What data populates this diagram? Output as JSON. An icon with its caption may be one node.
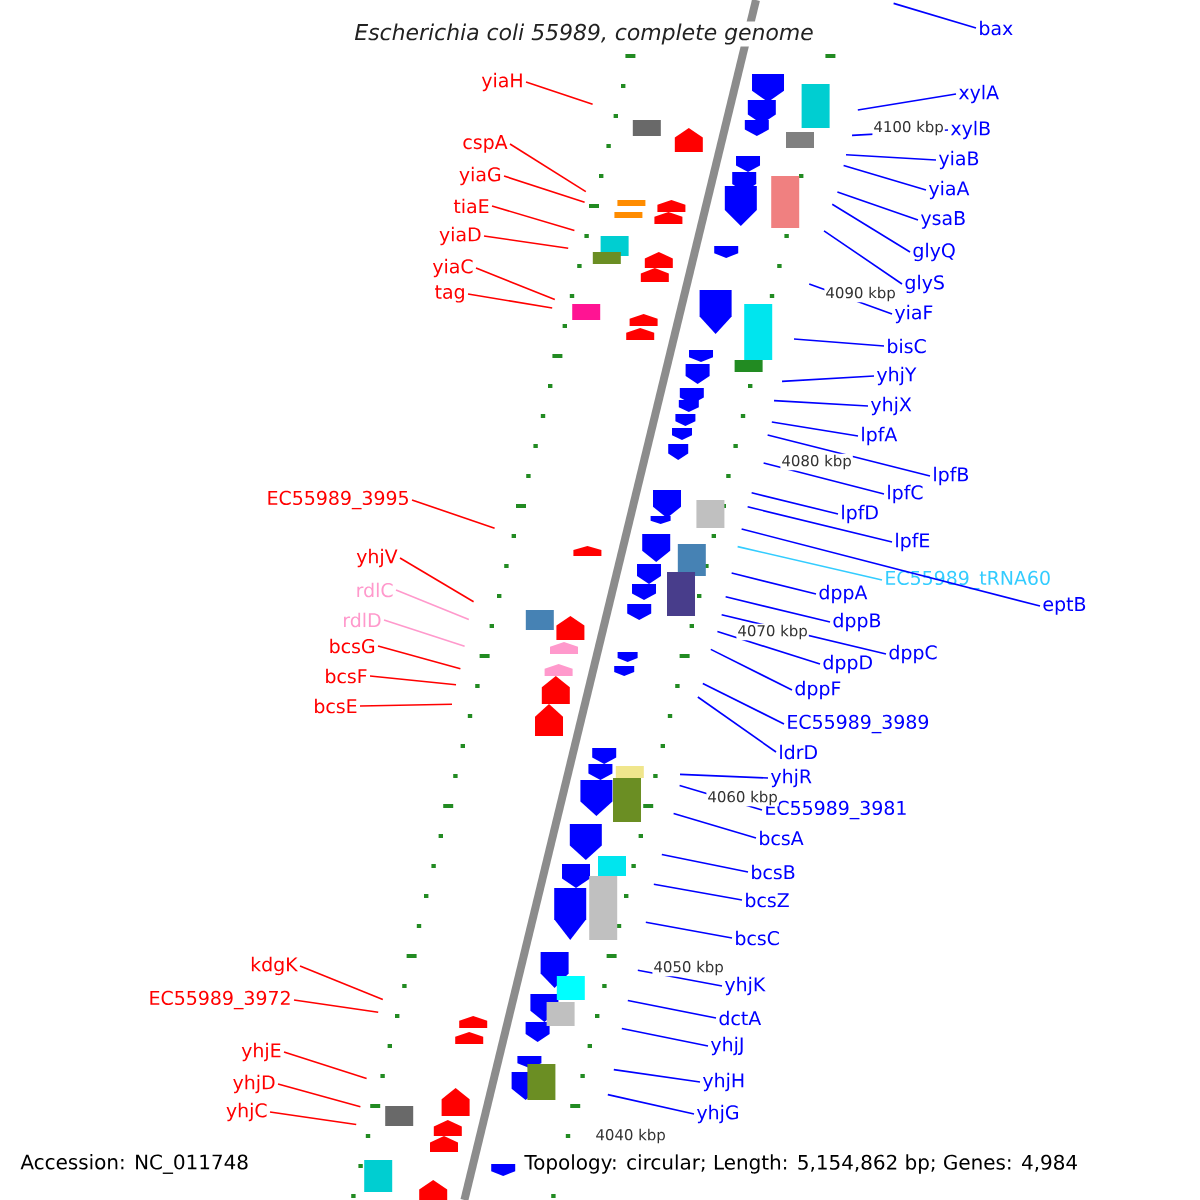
{
  "diagram": {
    "title": "Escherichia coli 55989, complete genome",
    "nodes": [
      {
        "text": [
          "yiaH"
        ]
      },
      {
        "text": [
          "cspA"
        ]
      },
      {
        "text": [
          "yiaG"
        ]
      },
      {
        "text": [
          "tiaE"
        ]
      },
      {
        "text": [
          "yiaD"
        ]
      },
      {
        "text": [
          "yiaC"
        ]
      },
      {
        "text": [
          "tag"
        ]
      },
      {
        "text": [
          "EC55989_3995"
        ]
      },
      {
        "text": [
          "yhjV"
        ]
      },
      {
        "text": [
          "rdlC"
        ]
      },
      {
        "text": [
          "rdlD"
        ]
      },
      {
        "text": [
          "bcsG"
        ]
      },
      {
        "text": [
          "bcsF"
        ]
      },
      {
        "text": [
          "bcsE"
        ]
      },
      {
        "text": [
          "kdgK"
        ]
      },
      {
        "text": [
          "EC55989_3972"
        ]
      },
      {
        "text": [
          "yhjE"
        ]
      },
      {
        "text": [
          "yhjD"
        ]
      },
      {
        "text": [
          "yhjC"
        ]
      },
      {
        "text": [
          "bax"
        ]
      },
      {
        "text": [
          "xylA"
        ]
      },
      {
        "text": [
          "xylB"
        ]
      },
      {
        "text": [
          "yiaB"
        ]
      },
      {
        "text": [
          "yiaA"
        ]
      },
      {
        "text": [
          "ysaB"
        ]
      },
      {
        "text": [
          "glyQ"
        ]
      },
      {
        "text": [
          "glyS"
        ]
      },
      {
        "text": [
          "yiaF"
        ]
      },
      {
        "text": [
          "bisC"
        ]
      },
      {
        "text": [
          "yhjY"
        ]
      },
      {
        "text": [
          "yhjX"
        ]
      },
      {
        "text": [
          "lpfA"
        ]
      },
      {
        "text": [
          "lpfB"
        ]
      },
      {
        "text": [
          "lpfC"
        ]
      },
      {
        "text": [
          "lpfD"
        ]
      },
      {
        "text": [
          "lpfE"
        ]
      },
      {
        "text": [
          "EC55989_tRNA60"
        ]
      },
      {
        "text": [
          "eptB"
        ]
      },
      {
        "text": [
          "dppA"
        ]
      },
      {
        "text": [
          "dppB"
        ]
      },
      {
        "text": [
          "dppC"
        ]
      },
      {
        "text": [
          "dppD"
        ]
      },
      {
        "text": [
          "dppF"
        ]
      },
      {
        "text": [
          "EC55989_3989"
        ]
      },
      {
        "text": [
          "ldrD"
        ]
      },
      {
        "text": [
          "yhjR"
        ]
      },
      {
        "text": [
          "EC55989_3981"
        ]
      },
      {
        "text": [
          "bcsA"
        ]
      },
      {
        "text": [
          "bcsB"
        ]
      },
      {
        "text": [
          "bcsZ"
        ]
      },
      {
        "text": [
          "bcsC"
        ]
      },
      {
        "text": [
          "yhjK"
        ]
      },
      {
        "text": [
          "dctA"
        ]
      },
      {
        "text": [
          "yhjJ"
        ]
      },
      {
        "text": [
          "yhjH"
        ]
      },
      {
        "text": [
          "yhjG"
        ]
      }
    ],
    "edges": [
      {
        "from": 0,
        "to": null,
        "arrow": "none",
        "color": "#ff0000"
      },
      {
        "from": 1,
        "to": null,
        "arrow": "none",
        "color": "#ff0000"
      },
      {
        "from": 2,
        "to": null,
        "arrow": "none",
        "color": "#ff0000"
      },
      {
        "from": 3,
        "to": null,
        "arrow": "none",
        "color": "#ff0000"
      },
      {
        "from": 4,
        "to": null,
        "arrow": "none",
        "color": "#ff0000"
      },
      {
        "from": 5,
        "to": null,
        "arrow": "none",
        "color": "#ff0000"
      },
      {
        "from": 6,
        "to": null,
        "arrow": "none",
        "color": "#ff0000"
      },
      {
        "from": 7,
        "to": null,
        "arrow": "none",
        "color": "#ff0000"
      },
      {
        "from": 8,
        "to": null,
        "arrow": "none",
        "color": "#ff0000"
      },
      {
        "from": 9,
        "to": null,
        "arrow": "none",
        "color": "#ff99cc"
      },
      {
        "from": 10,
        "to": null,
        "arrow": "none",
        "color": "#ff99cc"
      },
      {
        "from": 11,
        "to": null,
        "arrow": "none",
        "color": "#ff0000"
      },
      {
        "from": 12,
        "to": null,
        "arrow": "none",
        "color": "#ff0000"
      },
      {
        "from": 13,
        "to": null,
        "arrow": "none",
        "color": "#ff0000"
      },
      {
        "from": 14,
        "to": null,
        "arrow": "none",
        "color": "#ff0000"
      },
      {
        "from": 15,
        "to": null,
        "arrow": "none",
        "color": "#ff0000"
      },
      {
        "from": 16,
        "to": null,
        "arrow": "none",
        "color": "#ff0000"
      },
      {
        "from": 17,
        "to": null,
        "arrow": "none",
        "color": "#ff0000"
      },
      {
        "from": 18,
        "to": null,
        "arrow": "none",
        "color": "#ff0000"
      },
      {
        "from": 19,
        "to": null,
        "arrow": "none"
      },
      {
        "from": 20,
        "to": null,
        "arrow": "none"
      },
      {
        "from": 21,
        "to": null,
        "arrow": "none"
      },
      {
        "from": 22,
        "to": null,
        "arrow": "none"
      },
      {
        "from": 23,
        "to": null,
        "arrow": "none"
      },
      {
        "from": 24,
        "to": null,
        "arrow": "none"
      },
      {
        "from": 25,
        "to": null,
        "arrow": "none"
      },
      {
        "from": 26,
        "to": null,
        "arrow": "none"
      },
      {
        "from": 27,
        "to": null,
        "arrow": "none"
      },
      {
        "from": 28,
        "to": null,
        "arrow": "none"
      },
      {
        "from": 29,
        "to": null,
        "arrow": "none"
      },
      {
        "from": 30,
        "to": null,
        "arrow": "none"
      },
      {
        "from": 31,
        "to": null,
        "arrow": "none"
      },
      {
        "from": 32,
        "to": null,
        "arrow": "none"
      },
      {
        "from": 33,
        "to": null,
        "arrow": "none"
      },
      {
        "from": 34,
        "to": null,
        "arrow": "none"
      },
      {
        "from": 35,
        "to": null,
        "arrow": "none"
      },
      {
        "from": 36,
        "to": null,
        "arrow": "none",
        "color": "#33ccff"
      },
      {
        "from": 37,
        "to": null,
        "arrow": "none"
      },
      {
        "from": 38,
        "to": null,
        "arrow": "none"
      },
      {
        "from": 39,
        "to": null,
        "arrow": "none"
      },
      {
        "from": 40,
        "to": null,
        "arrow": "none"
      },
      {
        "from": 41,
        "to": null,
        "arrow": "none"
      },
      {
        "from": 42,
        "to": null,
        "arrow": "none"
      },
      {
        "from": 43,
        "to": null,
        "arrow": "none"
      },
      {
        "from": 44,
        "to": null,
        "arrow": "none"
      },
      {
        "from": 45,
        "to": null,
        "arrow": "none"
      },
      {
        "from": 46,
        "to": null,
        "arrow": "none"
      },
      {
        "from": 47,
        "to": null,
        "arrow": "none"
      },
      {
        "from": 48,
        "to": null,
        "arrow": "none"
      },
      {
        "from": 49,
        "to": null,
        "arrow": "none"
      },
      {
        "from": 50,
        "to": null,
        "arrow": "none"
      },
      {
        "from": 51,
        "to": null,
        "arrow": "none"
      },
      {
        "from": 52,
        "to": null,
        "arrow": "none"
      },
      {
        "from": 53,
        "to": null,
        "arrow": "none"
      },
      {
        "from": 54,
        "to": null,
        "arrow": "none"
      },
      {
        "from": 55,
        "to": null,
        "arrow": "none"
      }
    ],
    "labels": [
      "4100 kbp",
      "4090 kbp",
      "4080 kbp",
      "4070 kbp",
      "4060 kbp",
      "4050 kbp",
      "4040 kbp",
      "Accession: NC_011748",
      "Topology: circular; Length: 5,154,862 bp; Genes: 4,984"
    ]
  }
}
